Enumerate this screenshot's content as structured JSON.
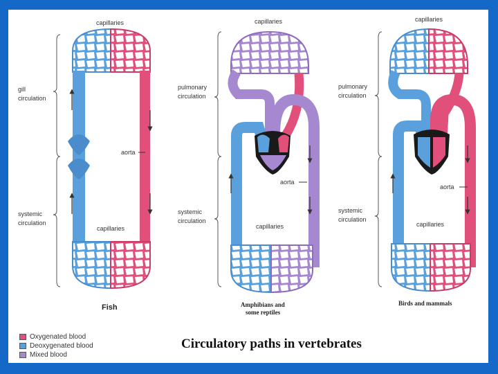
{
  "title": "Circulatory paths in vertebrates",
  "colors": {
    "oxygenated": "#e0507a",
    "deoxygenated": "#5aa0dc",
    "mixed": "#a688d0",
    "heart": "#1a1a1a",
    "background": "#1468c8"
  },
  "legend": [
    {
      "label": "Oxygenated blood",
      "color": "#e0507a"
    },
    {
      "label": "Deoxygenated blood",
      "color": "#5aa0dc"
    },
    {
      "label": "Mixed blood",
      "color": "#a688d0"
    }
  ],
  "fish": {
    "caption": "Fish",
    "capillaries_top": "capillaries",
    "capillaries_bottom": "capillaries",
    "gill_line1": "gill",
    "gill_line2": "circulation",
    "systemic_line1": "systemic",
    "systemic_line2": "circulation",
    "aorta": "aorta"
  },
  "amphibians": {
    "caption_line1": "Amphibians and",
    "caption_line2": "some reptiles",
    "capillaries_top": "capillaries",
    "capillaries_bottom": "capillaries",
    "pulmonary_line1": "pulmonary",
    "pulmonary_line2": "circulation",
    "systemic_line1": "systemic",
    "systemic_line2": "circulation",
    "aorta": "aorta"
  },
  "birds": {
    "caption": "Birds and mammals",
    "capillaries_top": "capillaries",
    "capillaries_bottom": "capillaries",
    "pulmonary_line1": "pulmonary",
    "pulmonary_line2": "circulation",
    "systemic_line1": "systemic",
    "systemic_line2": "circulation",
    "aorta": "aorta"
  }
}
